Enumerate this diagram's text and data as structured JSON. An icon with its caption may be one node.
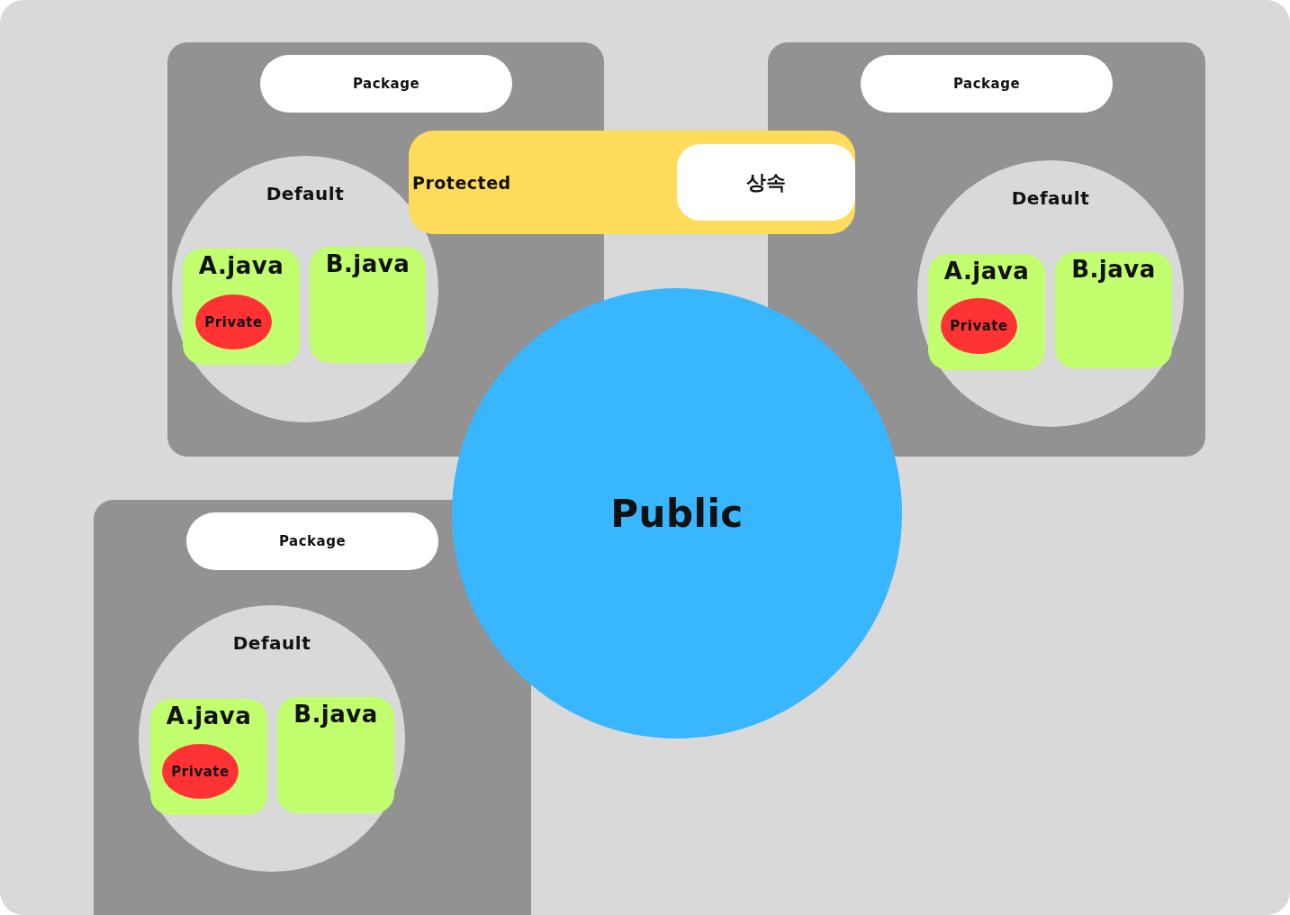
{
  "diagram": {
    "nodes": [
      {
        "text": [],
        "shape": "box"
      },
      {
        "text": [
          "Package"
        ],
        "in": 0
      },
      {
        "text": [
          "Default"
        ],
        "in": 0
      },
      {
        "text": [
          "A.java"
        ],
        "in": 2
      },
      {
        "text": [
          "Private"
        ],
        "in": 3
      },
      {
        "text": [
          "B.java"
        ],
        "in": 2
      },
      {
        "text": [
          "Protected"
        ]
      },
      {
        "text": [
          "상속"
        ],
        "in": 6
      },
      {
        "text": [],
        "shape": "box"
      },
      {
        "text": [
          "Package"
        ],
        "in": 8
      },
      {
        "text": [
          "Default"
        ],
        "in": 8
      },
      {
        "text": [
          "A.java"
        ],
        "in": 10
      },
      {
        "text": [
          "Private"
        ],
        "in": 11
      },
      {
        "text": [
          "B.java"
        ],
        "in": 10
      },
      {
        "text": [
          "Public"
        ]
      },
      {
        "text": [],
        "shape": "box"
      },
      {
        "text": [
          "Package"
        ],
        "in": 15
      },
      {
        "text": [
          "Default"
        ],
        "in": 15
      },
      {
        "text": [
          "A.java"
        ],
        "in": 17
      },
      {
        "text": [
          "Private"
        ],
        "in": 18
      },
      {
        "text": [
          "B.java"
        ],
        "in": 17
      }
    ]
  }
}
